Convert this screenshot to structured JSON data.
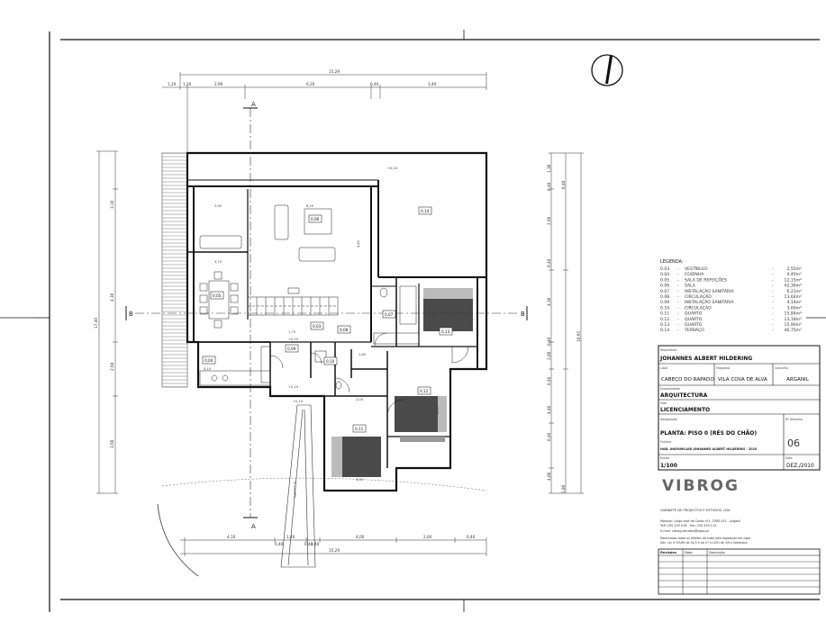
{
  "plan": {
    "section_labels": [
      "A",
      "A",
      "B",
      "B"
    ],
    "dims_top": [
      "15,29",
      "1,20",
      "1,20",
      "2,90",
      "6,20",
      "0,40",
      "3,40"
    ],
    "dims_bottom": [
      "4,10",
      "0,40",
      "1,40",
      "0,40",
      "1,40",
      "4,00",
      "2,60",
      "0,40",
      "15,29"
    ],
    "dims_left": [
      "3,10",
      "4,30",
      "2,60",
      "3,60",
      "17,40"
    ],
    "dims_right": [
      "1,30",
      "0,40",
      "2,60",
      "0,40",
      "4,30",
      "0,40",
      "2,00",
      "0,40",
      "4,40",
      "0,40",
      "4,00",
      "0,40",
      "1,80",
      "10,95"
    ],
    "rooms": [
      "0,03",
      "0,04",
      "0,05",
      "0,06",
      "0,07",
      "0,08",
      "0,09",
      "0,10",
      "0,11",
      "0,12",
      "0,13",
      "0,14"
    ],
    "spot_levels": [
      "+0,24",
      "+0,10",
      "+0,10",
      "+0,10"
    ],
    "inner_dims": [
      "2,90",
      "6,20",
      "3,70",
      "1,70",
      "4,10",
      "4,40",
      "2,00",
      "3,00",
      "1,80",
      "4,00"
    ],
    "ramp_label": "m 15,00%"
  },
  "legend": {
    "title": "LEGENDA:",
    "items": [
      {
        "code": "0.03",
        "name": "VESTÍBULO",
        "area": "2,55m²"
      },
      {
        "code": "0.04",
        "name": "COZINHA",
        "area": "9,40m²"
      },
      {
        "code": "0.05",
        "name": "SALA DE REFEIÇÕES",
        "area": "12,15m²"
      },
      {
        "code": "0.06",
        "name": "SALA",
        "area": "42,36m²"
      },
      {
        "code": "0.07",
        "name": "INSTALAÇÃO SANITÁRIA",
        "area": "6,21m²"
      },
      {
        "code": "0.08",
        "name": "CIRCULAÇÃO",
        "area": "13,64m²"
      },
      {
        "code": "0.09",
        "name": "INSTALAÇÃO SANITÁRIA",
        "area": "4,14m²"
      },
      {
        "code": "0.10",
        "name": "CIRCULAÇÃO",
        "area": "3,60m²"
      },
      {
        "code": "0.11",
        "name": "QUARTO",
        "area": "15,84m²"
      },
      {
        "code": "0.12",
        "name": "QUARTO",
        "area": "13,18m²"
      },
      {
        "code": "0.13",
        "name": "QUARTO",
        "area": "15,90m²"
      },
      {
        "code": "0.14",
        "name": "TERRAÇO",
        "area": "46,75m²"
      }
    ]
  },
  "title_block": {
    "requerente_label": "Requerente",
    "requerente": "JOHANNES ALBERT HILDERING",
    "local_label": "Local",
    "local": "CABEÇO DO RAPADO",
    "freguesia_label": "Freguesia",
    "freguesia": "VILA COVA DE ALVA",
    "concelho_label": "Concelho",
    "concelho": "ARGANIL",
    "especialidade_label": "Especialidade",
    "especialidade": "ARQUITECTURA",
    "fase_label": "Fase",
    "fase": "LICENCIAMENTO",
    "designacao_label": "Designação",
    "designacao": "PLANTA: PISO 0 (RÉS DO CHÃO)",
    "desenho_label": "Nº Desenho",
    "desenho": "06",
    "ficheiro_label": "Ficheiro",
    "ficheiro": "HAB. UNIFAMILIAR JOHANNES ALBERT HILDERING - 2010",
    "escala_label": "Escala",
    "escala": "1/100",
    "data_label": "Data",
    "data": "DEZ./2010",
    "logo": "VIBROG",
    "company": "GABINETE DE PROJECTOS E ESTUDOS, LDA",
    "address": "Morada: Largo José da Costa nº1, 3300-011 - Arganil",
    "phone": "Telf: 235 205 016  -  Fax: 235 205 112",
    "email": "E-mail: vibrog.estudos@sapo.pt",
    "legal_1": "Reservados todos os direitos de autor pela legislação em vigor.",
    "legal_2": "Dec. Lei nº 63/85 de 14/3 e Lei nº 114/91 de 3/9 e Setembro",
    "rev_headers": [
      "Revisões",
      "Data",
      "Descrição"
    ]
  }
}
